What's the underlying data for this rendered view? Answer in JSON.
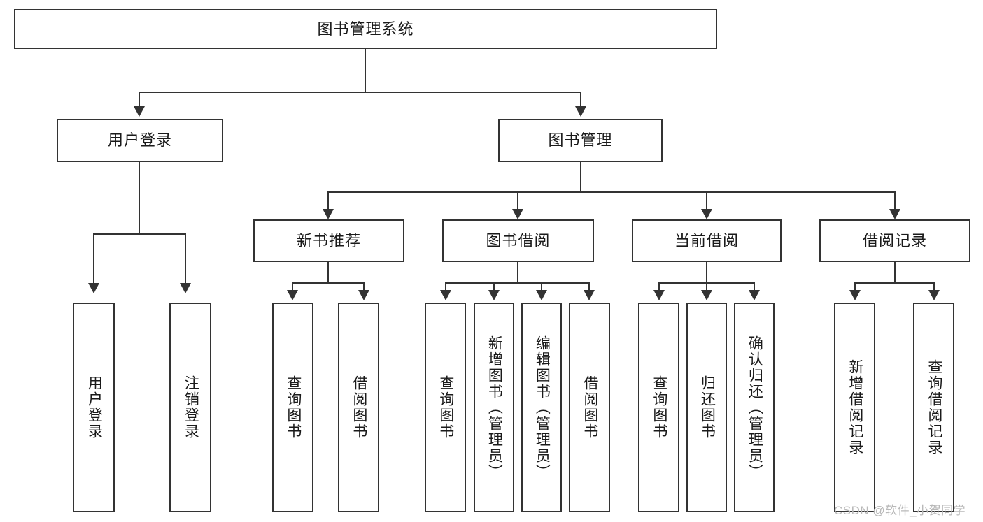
{
  "diagram": {
    "type": "tree",
    "title": "图书管理系统",
    "root": {
      "label": "图书管理系统",
      "orientation": "horizontal"
    },
    "level2": [
      {
        "label": "用户登录",
        "orientation": "horizontal"
      },
      {
        "label": "图书管理",
        "orientation": "horizontal"
      }
    ],
    "level3": [
      {
        "label": "新书推荐",
        "orientation": "horizontal"
      },
      {
        "label": "图书借阅",
        "orientation": "horizontal"
      },
      {
        "label": "当前借阅",
        "orientation": "horizontal"
      },
      {
        "label": "借阅记录",
        "orientation": "horizontal"
      }
    ],
    "leaves": {
      "user_login": [
        {
          "label": "用户登录",
          "orientation": "vertical"
        },
        {
          "label": "注销登录",
          "orientation": "vertical"
        }
      ],
      "new_book_recommend": [
        {
          "label": "查询图书",
          "orientation": "vertical"
        },
        {
          "label": "借阅图书",
          "orientation": "vertical"
        }
      ],
      "book_borrow": [
        {
          "label": "查询图书",
          "orientation": "vertical"
        },
        {
          "label": "新增图书（管理员）",
          "orientation": "vertical"
        },
        {
          "label": "编辑图书（管理员）",
          "orientation": "vertical"
        },
        {
          "label": "借阅图书",
          "orientation": "vertical"
        }
      ],
      "current_borrow": [
        {
          "label": "查询图书",
          "orientation": "vertical"
        },
        {
          "label": "归还图书",
          "orientation": "vertical"
        },
        {
          "label": "确认归还（管理员）",
          "orientation": "vertical"
        }
      ],
      "borrow_record": [
        {
          "label": "新增借阅记录",
          "orientation": "vertical"
        },
        {
          "label": "查询借阅记录",
          "orientation": "vertical"
        }
      ]
    }
  },
  "watermark": {
    "text": "CSDN @软件_小贺同学"
  },
  "colors": {
    "line": "#333333",
    "box_border": "#333333",
    "background": "#ffffff",
    "text": "#1a1a1a",
    "watermark": "#b9b9b9"
  }
}
